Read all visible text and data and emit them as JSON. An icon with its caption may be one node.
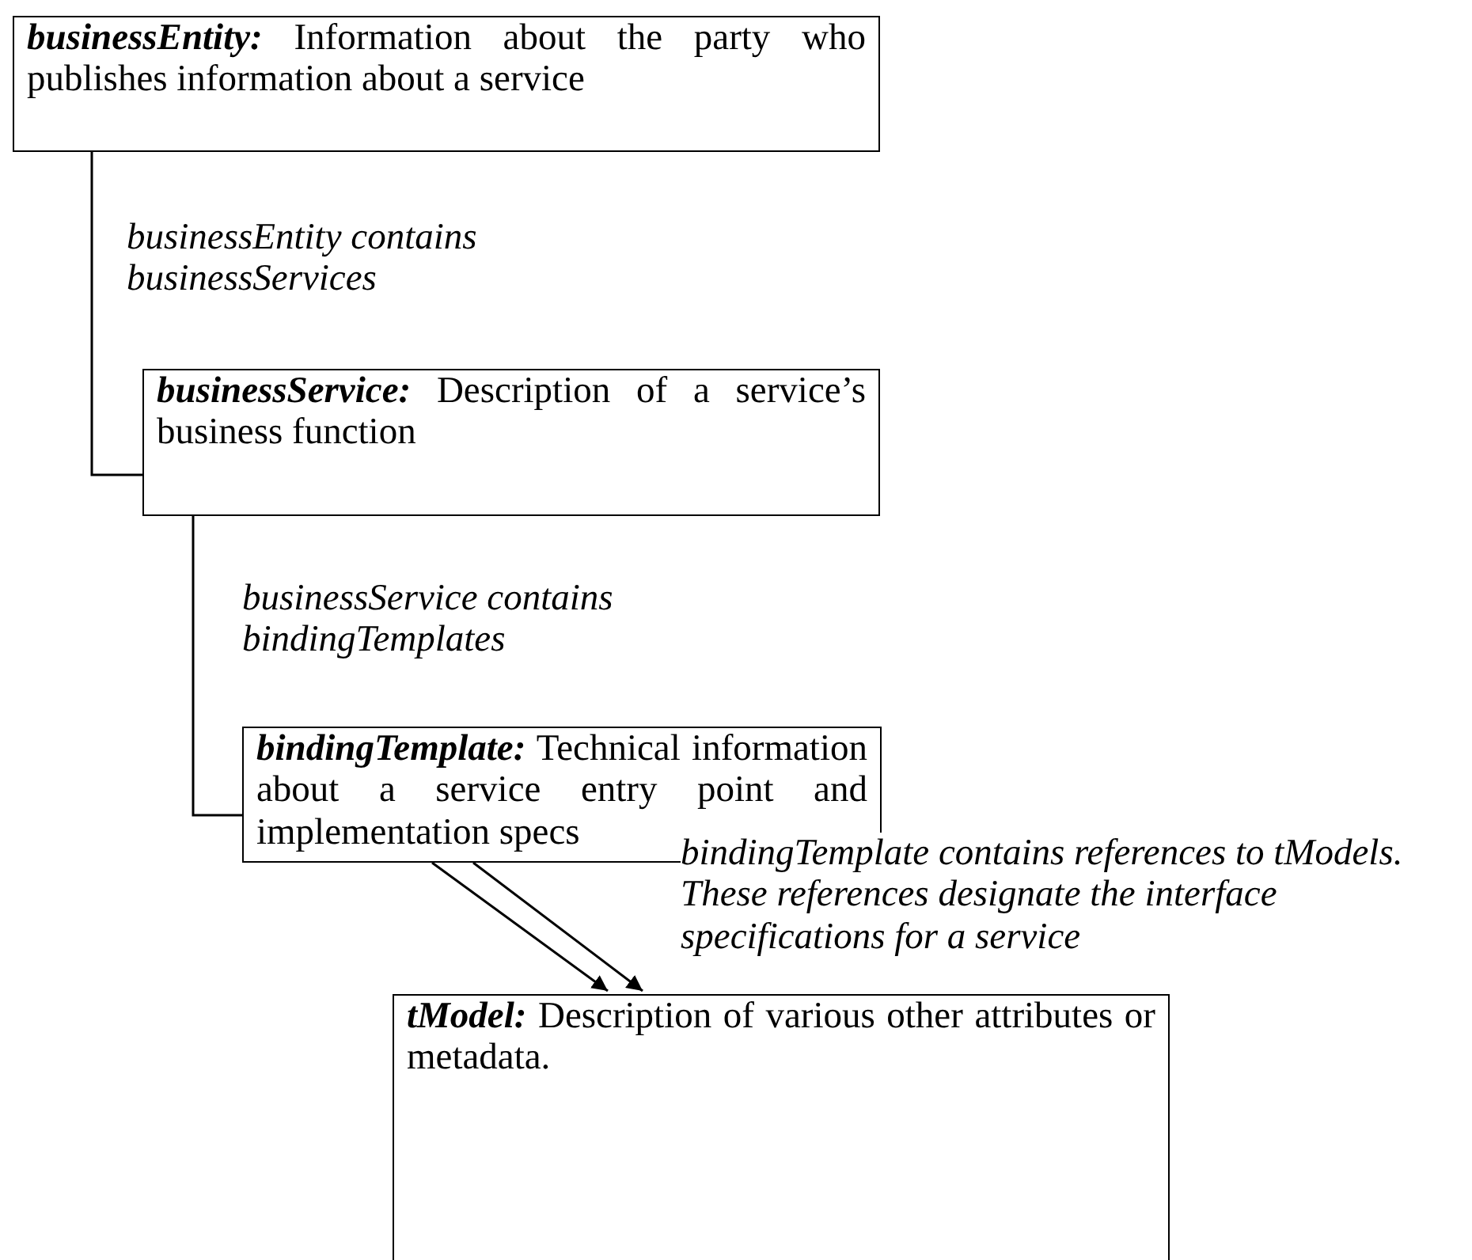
{
  "diagram": {
    "nodes": [
      {
        "text": [
          "**businessEntity:** Information about the party who publishes information about a service"
        ]
      },
      {
        "text": [
          "**businessService:** Description of a service’s business function"
        ]
      },
      {
        "text": [
          "**bindingTemplate:** Technical information about a service entry point and implementation specs"
        ]
      },
      {
        "text": [
          "**tModel:** Description of various other attributes or metadata."
        ]
      }
    ],
    "edges": [
      {
        "from": 0,
        "to": 1,
        "arrow": "none",
        "label": "businessEntity contains businessServices"
      },
      {
        "from": 1,
        "to": 2,
        "arrow": "none",
        "label": "businessService contains bindingTemplates"
      },
      {
        "from": 2,
        "to": 3,
        "arrow": "to"
      },
      {
        "from": 2,
        "to": 3,
        "arrow": "to",
        "label": "bindingTemplate contains references to tModels. These references designate the interface specifications for a service"
      }
    ]
  }
}
